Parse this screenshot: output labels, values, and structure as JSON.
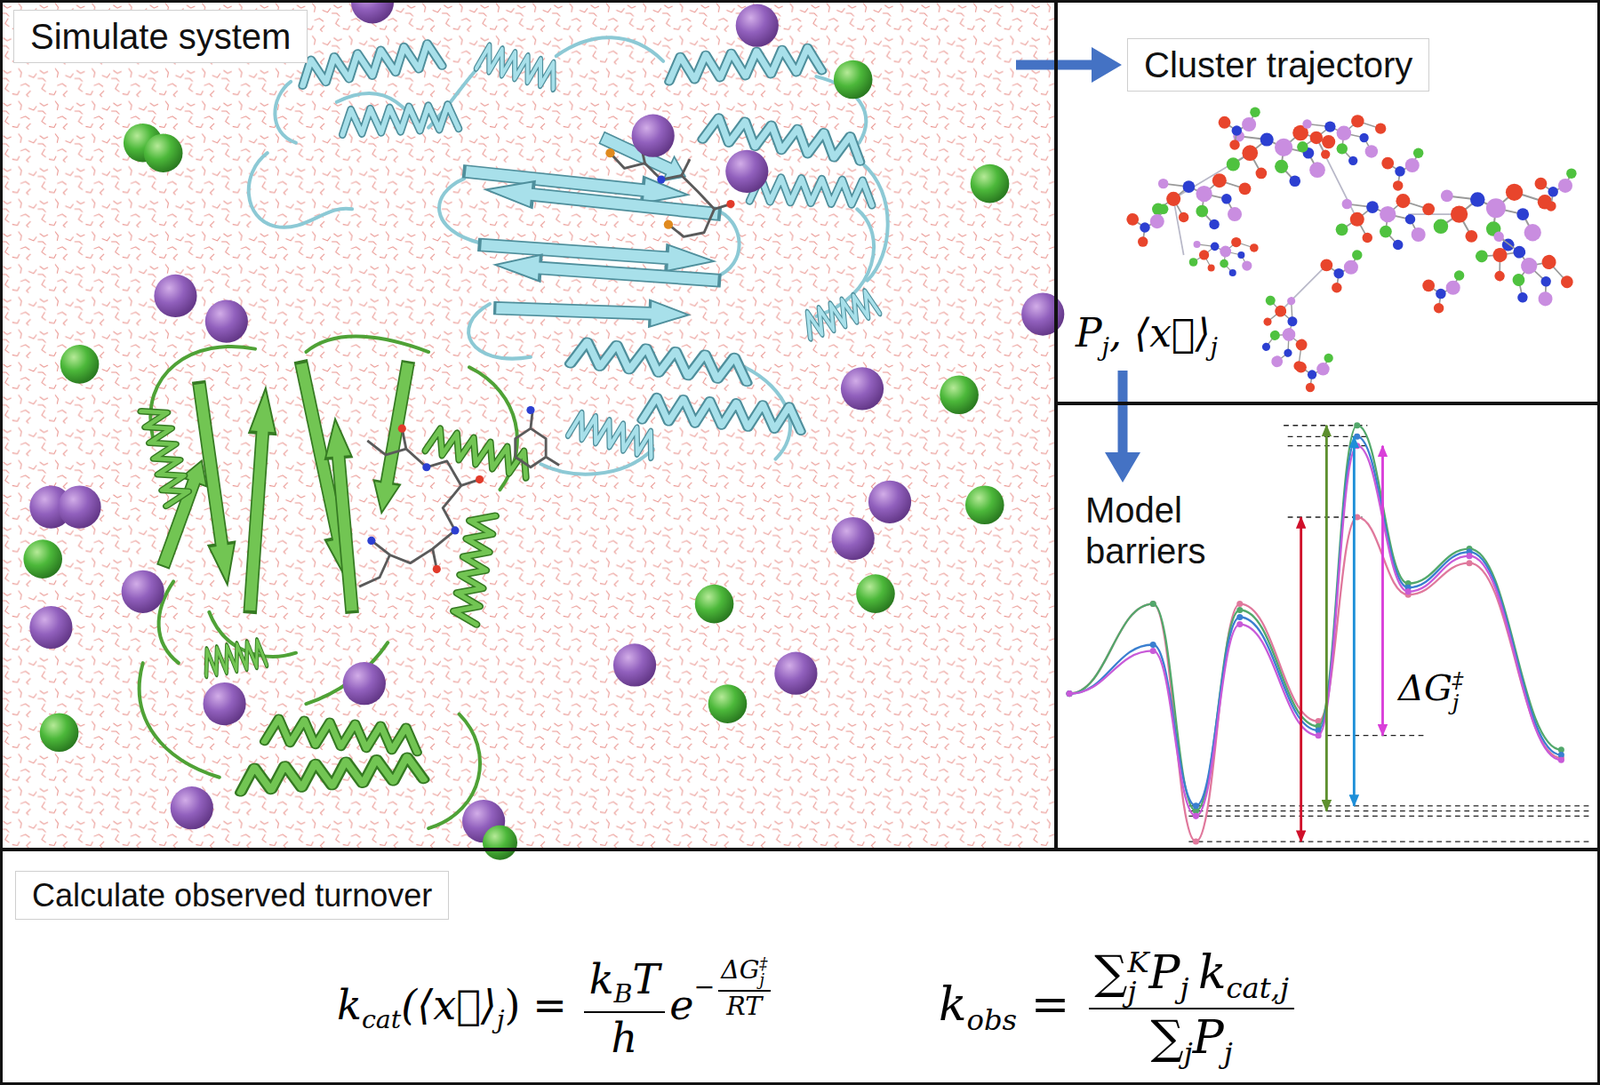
{
  "diagram": {
    "nodes": [
      {
        "text": [
          "Simulate system"
        ]
      },
      {
        "text": [
          "Cluster trajectory"
        ]
      },
      {
        "text": [
          "Model barriers"
        ]
      },
      {
        "text": [
          "Calculate observed turnover"
        ]
      }
    ],
    "edges": [
      {
        "from": 0,
        "to": 1,
        "arrow": "to"
      },
      {
        "from": 1,
        "to": 2,
        "arrow": "to"
      }
    ],
    "labels": [
      "P",
      "j",
      ", ⟨x⃗⟩",
      "j",
      "ΔG",
      "‡",
      "j",
      "k",
      "cat",
      "(⟨x⃗⟩",
      "j",
      ")",
      "=",
      "k",
      "B",
      "T",
      "h",
      "e",
      "−",
      "ΔG",
      "‡",
      "j",
      "RT",
      "k",
      "obs",
      "=",
      "∑",
      "j",
      "K",
      "P",
      "j",
      "k",
      "cat,j",
      "∑",
      "j",
      "P",
      "j"
    ]
  }
}
